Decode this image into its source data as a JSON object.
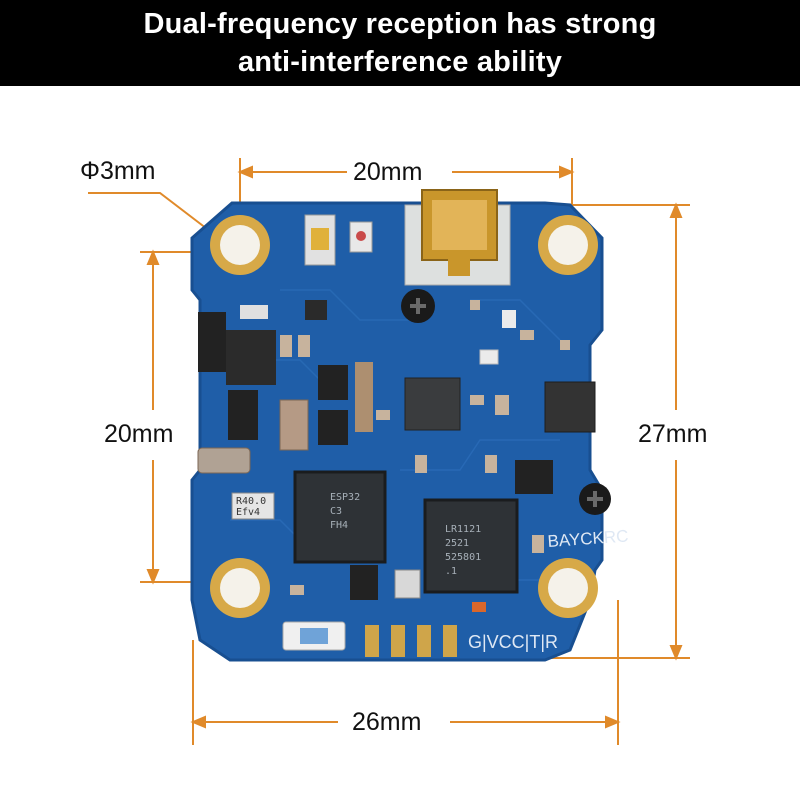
{
  "banner": {
    "line1": "Dual-frequency reception has strong",
    "line2": "anti-interference ability"
  },
  "dimensions": {
    "hole_diameter": "Φ3mm",
    "top_spacing": "20mm",
    "left_spacing": "20mm",
    "height": "27mm",
    "width": "26mm"
  },
  "board": {
    "brand": "BAYCKRC",
    "pads": "G|VCC|T|R",
    "chip1_lines": [
      "ESP32",
      "C3",
      "FH4"
    ],
    "chip2_lines": [
      "LR1121",
      "2521",
      "525801",
      ".1"
    ],
    "crystal_lines": [
      "R40.0",
      "Efv4"
    ]
  },
  "colors": {
    "pcb": "#1f5ea8",
    "dimension_line": "#e08a2a",
    "banner_bg": "#000000"
  }
}
